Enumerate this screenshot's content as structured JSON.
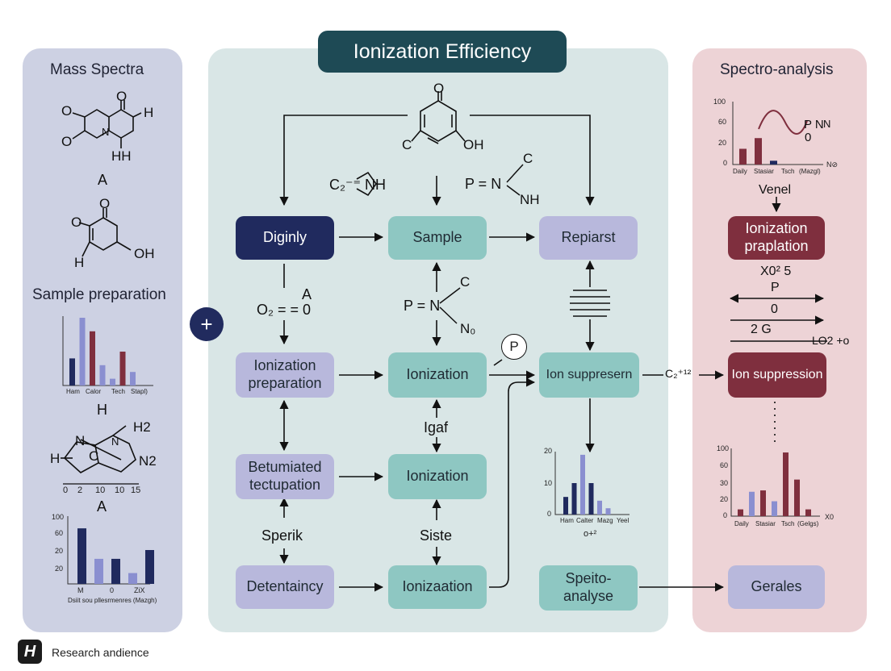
{
  "title": "Ionization Efficiency",
  "left_panel": {
    "title": "Mass Spectra",
    "mol1": {
      "atoms": [
        "O",
        "O",
        "O",
        "H",
        "N",
        "HH"
      ]
    },
    "label_a1": "A",
    "mol2": {
      "atoms": [
        "O",
        "O",
        "OH",
        "H"
      ]
    },
    "sample_prep": "Sample preparation",
    "chart1_xlabels": [
      "Ham",
      "Calor",
      "Tech",
      "Stapl)"
    ],
    "label_h": "H",
    "mol3": {
      "atoms": [
        "H2",
        "N",
        "N",
        "C",
        "N2",
        "H"
      ]
    },
    "axis_ticks": [
      "0",
      "2",
      "10",
      "10",
      "15"
    ],
    "label_a2": "A",
    "chart2_yticks": [
      "100",
      "60",
      "20",
      "20"
    ],
    "chart2_xticks": [
      "M",
      "0",
      "ZiX"
    ],
    "chart2_caption": "Dsiit sou pllesrmenres (Mazgh)"
  },
  "center": {
    "top_mol": {
      "atoms": [
        "O",
        "C",
        "OH"
      ]
    },
    "formula_c2nh": "C₂⁻⁼ NH",
    "formula_pnnh": {
      "p": "P = N",
      "c": "C",
      "nh": "NH"
    },
    "nodes": {
      "diginly": "Diginly",
      "sample": "Sample",
      "repiarst": "Repiarst",
      "ionization_prep": "Ionization\npreparation",
      "ionization1": "Ionization",
      "ion_suppresern": "Ion suppresern",
      "betumiated": "Betumiated\ntectupation",
      "ionization2": "Ionization",
      "detentaincy": "Detentaincy",
      "ionizaation": "Ionizaation",
      "speito": "Speito-\nanalyse"
    },
    "label_o2": "O₂ = = 0",
    "label_a": "A",
    "label_pnc": {
      "p": "P = N",
      "c": "C",
      "n": "N₀"
    },
    "label_igaf": "Igaf",
    "label_sperik": "Sperik",
    "label_siste": "Siste",
    "label_p_circle": "P",
    "chart3_yticks": [
      "20",
      "10",
      "0"
    ],
    "chart3_xlabels": [
      "Ham",
      "Calter",
      "Mazg",
      "Yeel"
    ],
    "chart3_caption": "o+²"
  },
  "right_panel": {
    "title": "Spectro-analysis",
    "chart4_yticks": [
      "100",
      "60",
      "20",
      "0"
    ],
    "chart4_xlabels": [
      "Daily",
      "Stasiar",
      "Tsch",
      "(Mazgl)"
    ],
    "chart4_xunit": "N⊘",
    "pnn": {
      "p": "P N",
      "n": "N",
      "zero": "0"
    },
    "venel": "Venel",
    "node_ionization_prep": "Ionization\npraplation",
    "formula_x0": "X0² 5",
    "formula_p": "P",
    "formula_0": "0",
    "formula_2g": "2     G",
    "formula_lo": "LO2 +o",
    "node_ion_suppression": "Ion suppression",
    "label_c2": "C₂⁺¹²",
    "chart5_yticks": [
      "100",
      "60",
      "30",
      "20",
      "0"
    ],
    "chart5_xlabels": [
      "Daily",
      "Stasiar",
      "Tsch",
      "(Gelgs)"
    ],
    "chart5_xunit": "X0",
    "node_gerales": "Gerales"
  },
  "plus": "+",
  "footer": {
    "logo": "H",
    "text": "Research andience"
  },
  "colors": {
    "navy": "#202a5e",
    "teal": "#8ec7c2",
    "lavender": "#b8b8dc",
    "maroon": "#7f2f3e",
    "banner": "#1e4a55"
  }
}
